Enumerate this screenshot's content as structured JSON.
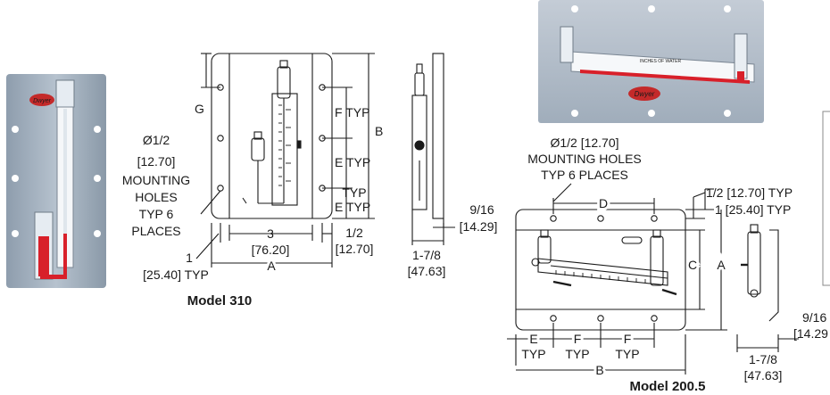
{
  "brand": "Dwyer",
  "photo_scale_label": "INCHES OF WATER",
  "model_310": {
    "caption": "Model 310",
    "labels": {
      "g": "G",
      "f_typ": "F TYP",
      "b": "B",
      "e_typ_1": "E TYP",
      "e_typ_2": "E TYP",
      "hole_line1": "Ø1/2",
      "hole_line2": "[12.70]",
      "hole_line3": "MOUNTING",
      "hole_line4": "HOLES",
      "hole_line5": "TYP 6",
      "hole_line6": "PLACES",
      "three": "3",
      "three_mm": "[76.20]",
      "one": "1",
      "one_mm": "[25.40] TYP",
      "a": "A",
      "half": "1/2",
      "half_mm": "[12.70]",
      "half_typ": "TYP",
      "depth": "1-7/8",
      "depth_mm": "[47.63]",
      "thick": "9/16",
      "thick_mm": "[14.29]"
    }
  },
  "model_2005": {
    "caption": "Model 200.5",
    "labels": {
      "hole_line1": "Ø1/2 [12.70]",
      "hole_line2": "MOUNTING HOLES",
      "hole_line3": "TYP 6 PLACES",
      "half_typ": "1/2 [12.70] TYP",
      "one_typ": "1 [25.40] TYP",
      "d": "D",
      "c": "C",
      "a": "A",
      "e": "E",
      "e_typ": "TYP",
      "f1": "F",
      "f1_typ": "TYP",
      "f2": "F",
      "f2_typ": "TYP",
      "b": "B",
      "depth": "1-7/8",
      "depth_mm": "[47.63]",
      "thick": "9/16",
      "thick_mm": "[14.29"
    }
  },
  "colors": {
    "panel": "#a9b6c4",
    "liquid": "#d8202a",
    "line": "#1a1a1a"
  }
}
